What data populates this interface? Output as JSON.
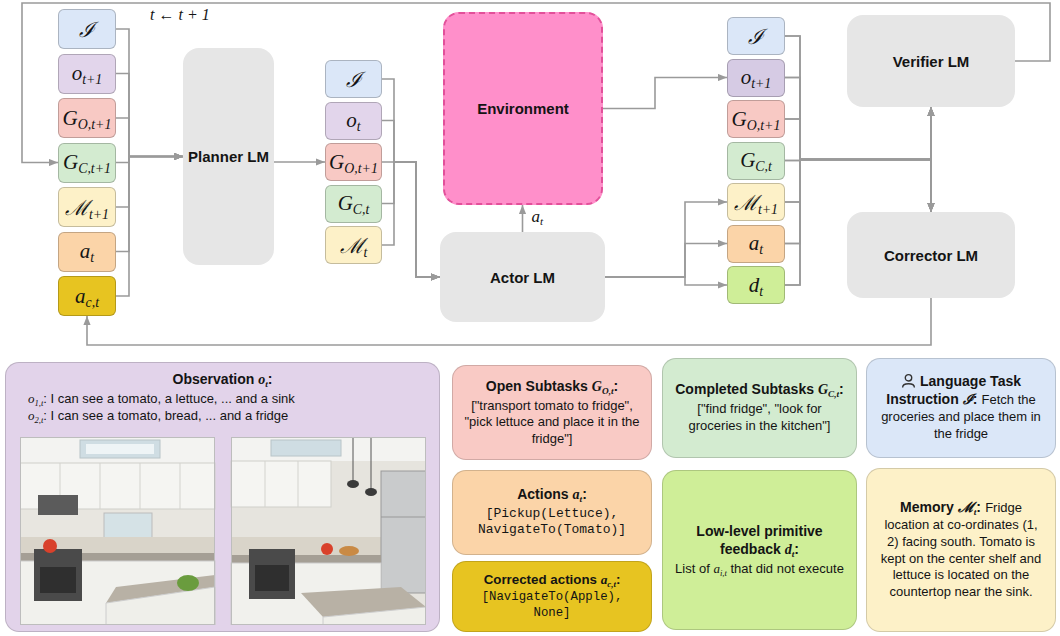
{
  "diagram": {
    "nodes": [
      {
        "text": [
          "ℐ"
        ]
      },
      {
        "text": [
          "ot+1"
        ]
      },
      {
        "text": [
          "GO,t+1"
        ]
      },
      {
        "text": [
          "GC,t+1"
        ]
      },
      {
        "text": [
          "ℳt+1"
        ]
      },
      {
        "text": [
          "at"
        ]
      },
      {
        "text": [
          "ac,t"
        ]
      },
      {
        "text": [
          "Planner LM"
        ]
      },
      {
        "text": [
          "ℐ"
        ]
      },
      {
        "text": [
          "ot"
        ]
      },
      {
        "text": [
          "GO,t+1"
        ]
      },
      {
        "text": [
          "GC,t"
        ]
      },
      {
        "text": [
          "ℳt"
        ]
      },
      {
        "text": [
          "Environment"
        ]
      },
      {
        "text": [
          "Actor LM"
        ]
      },
      {
        "text": [
          "ℐ"
        ]
      },
      {
        "text": [
          "ot+1"
        ]
      },
      {
        "text": [
          "GO,t+1"
        ]
      },
      {
        "text": [
          "GC,t"
        ]
      },
      {
        "text": [
          "ℳt+1"
        ]
      },
      {
        "text": [
          "at"
        ]
      },
      {
        "text": [
          "dt"
        ]
      },
      {
        "text": [
          "Verifier LM"
        ]
      },
      {
        "text": [
          "Corrector LM"
        ]
      },
      {
        "text": [
          "Observation ot:",
          "o1,t: I can see a tomato, a lettuce, ... and a sink",
          "o2,t: I can see a tomato, bread, ... and a fridge"
        ]
      },
      {
        "text": [
          "Open Subtasks GO,t:",
          "[\"transport tomato to fridge\", \"pick lettuce and place it in the fridge\"]"
        ]
      },
      {
        "text": [
          "Completed Subtasks GC,t:",
          "[\"find fridge\", \"look for groceries in the kitchen\"]"
        ]
      },
      {
        "text": [
          "Language Task Instruction ℐ:",
          "Fetch the groceries and place them in the fridge"
        ]
      },
      {
        "text": [
          "Actions at:",
          "[Pickup(Lettuce), NavigateTo(Tomato)]"
        ]
      },
      {
        "text": [
          "Low-level primitive feedback dt:",
          "List of ai,t that did not execute"
        ]
      },
      {
        "text": [
          "Memory ℳt:",
          "Fridge location at co-ordinates (1, 2) facing south. Tomato is kept on the center shelf and lettuce is located on the countertop near the sink."
        ]
      },
      {
        "text": [
          "Corrected actions ac,t:",
          "[NavigateTo(Apple), None]"
        ]
      }
    ],
    "edges": [
      {
        "from": 0,
        "to": 7,
        "arrow": "to"
      },
      {
        "from": 1,
        "to": 7,
        "arrow": "to"
      },
      {
        "from": 2,
        "to": 7,
        "arrow": "to"
      },
      {
        "from": 3,
        "to": 7,
        "arrow": "to"
      },
      {
        "from": 4,
        "to": 7,
        "arrow": "to"
      },
      {
        "from": 5,
        "to": 7,
        "arrow": "to"
      },
      {
        "from": 6,
        "to": 7,
        "arrow": "to"
      },
      {
        "from": 7,
        "to": 10,
        "arrow": "to"
      },
      {
        "from": 8,
        "to": 14,
        "arrow": "to"
      },
      {
        "from": 9,
        "to": 14,
        "arrow": "to"
      },
      {
        "from": 10,
        "to": 14,
        "arrow": "to"
      },
      {
        "from": 11,
        "to": 14,
        "arrow": "to"
      },
      {
        "from": 12,
        "to": 14,
        "arrow": "to"
      },
      {
        "from": 14,
        "to": 13,
        "label": "at",
        "arrow": "to"
      },
      {
        "from": 13,
        "to": 16,
        "arrow": "to"
      },
      {
        "from": 14,
        "to": 19,
        "arrow": "to"
      },
      {
        "from": 14,
        "to": 20,
        "arrow": "to"
      },
      {
        "from": 14,
        "to": 21,
        "arrow": "to"
      },
      {
        "from": 15,
        "to": 22,
        "arrow": "to"
      },
      {
        "from": 16,
        "to": 22,
        "arrow": "to"
      },
      {
        "from": 17,
        "to": 22,
        "arrow": "to"
      },
      {
        "from": 18,
        "to": 22,
        "arrow": "to"
      },
      {
        "from": 19,
        "to": 22,
        "arrow": "to"
      },
      {
        "from": 20,
        "to": 22,
        "arrow": "to"
      },
      {
        "from": 21,
        "to": 22,
        "arrow": "to"
      },
      {
        "from": 15,
        "to": 23,
        "arrow": "to"
      },
      {
        "from": 16,
        "to": 23,
        "arrow": "to"
      },
      {
        "from": 17,
        "to": 23,
        "arrow": "to"
      },
      {
        "from": 18,
        "to": 23,
        "arrow": "to"
      },
      {
        "from": 19,
        "to": 23,
        "arrow": "to"
      },
      {
        "from": 20,
        "to": 23,
        "arrow": "to"
      },
      {
        "from": 21,
        "to": 23,
        "arrow": "to"
      },
      {
        "from": 22,
        "to": 3,
        "arrow": "to"
      },
      {
        "from": 23,
        "to": 6,
        "arrow": "to"
      }
    ],
    "labels": [
      "t ← t + 1"
    ]
  }
}
